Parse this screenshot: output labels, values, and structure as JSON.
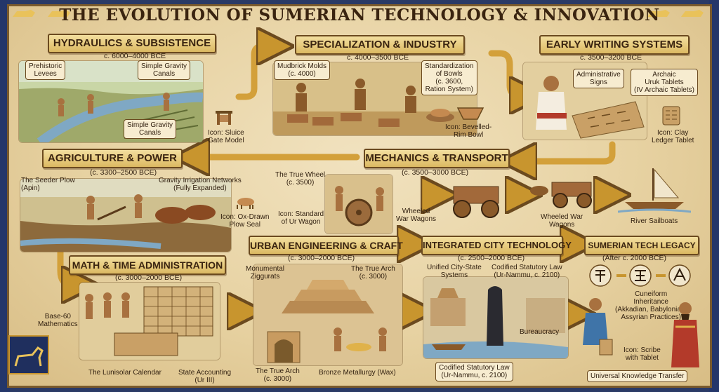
{
  "title": "THE EVOLUTION OF SUMERIAN TECHNOLOGY & INNOVATION",
  "sections": {
    "hydraulics": {
      "heading": "HYDRAULICS & SUBSISTENCE",
      "date": "c. 6000–4000 BCE",
      "labels": {
        "levees": "Prehistoric\nLevees",
        "canals_top": "Simple Gravity\nCanals",
        "canals_bottom": "Simple Gravity\nCanals",
        "icon": "Icon: Sluice\nGate Model"
      }
    },
    "specialization": {
      "heading": "SPECIALIZATION & INDUSTRY",
      "date": "c. 4000–3500 BCE",
      "labels": {
        "molds": "Mudbrick Molds\n(c. 4000)",
        "bowls": "Standardization\nof Bowls\n(c. 3600,\nRation System)",
        "icon": "Icon: Bevelled-\nRim Bowl"
      }
    },
    "writing": {
      "heading": "EARLY WRITING SYSTEMS",
      "date": "c. 3500–3200 BCE",
      "labels": {
        "signs": "Administrative\nSigns",
        "tablets": "Archaic\nUruk Tablets\n(IV Archaic Tablets)",
        "icon": "Icon: Clay\nLedger Tablet"
      }
    },
    "agriculture": {
      "heading": "AGRICULTURE & POWER",
      "date": "(c. 3300–2500 BCE)",
      "labels": {
        "plow": "The Seeder Plow\n(Apin)",
        "irrigation": "Gravity Irrigation Networks\n(Fully Expanded)",
        "icon": "Icon: Ox-Drawn\nPlow Seal"
      }
    },
    "mechanics": {
      "heading": "MECHANICS & TRANSPORT",
      "date": "(c. 3500–3000 BCE)",
      "labels": {
        "wheel": "The True Wheel\n(c. 3500)",
        "icon": "Icon: Standard\nof Ur Wagon",
        "wagons1": "Wheeled\nWar Wagons",
        "wagons2": "Wheeled War\nWagons",
        "boats": "River Sailboats"
      }
    },
    "math": {
      "heading": "MATH & TIME ADMINISTRATION",
      "date": "(c. 3000–2000 BCE)",
      "labels": {
        "base60": "Base-60\nMathematics",
        "calendar": "The Lunisolar Calendar",
        "accounting": "State Accounting\n(Ur III)"
      }
    },
    "urban": {
      "heading": "URBAN ENGINEERING & CRAFT",
      "date": "(c. 3000–2000 BCE)",
      "labels": {
        "ziggurats": "Monumental\nZiggurats",
        "arch_top": "The True Arch\n(c. 3000)",
        "arch_bottom": "The True Arch\n(c. 3000)",
        "bronze": "Bronze Metallurgy (Wax)"
      }
    },
    "city": {
      "heading": "INTEGRATED CITY TECHNOLOGY",
      "date": "(c. 2500–2000 BCE)",
      "labels": {
        "systems": "Unified City-State\nSystems",
        "law_top": "Codified Statutory Law\n(Ur-Nammu, c. 2100)",
        "bureaucracy": "Bureaucracy",
        "law_bottom": "Codified Statutory Law\n(Ur-Nammu, c. 2100)"
      }
    },
    "legacy": {
      "heading": "SUMERIAN TECH LEGACY",
      "date": "(After c. 2000 BCE)",
      "labels": {
        "cuneiform": "Cuneiform\nInheritance\n(Akkadian, Babylonian,\nAssyrian Practices)",
        "icon": "Icon: Scribe\nwith Tablet",
        "transfer": "Universal Knowledge Transfer"
      }
    }
  }
}
